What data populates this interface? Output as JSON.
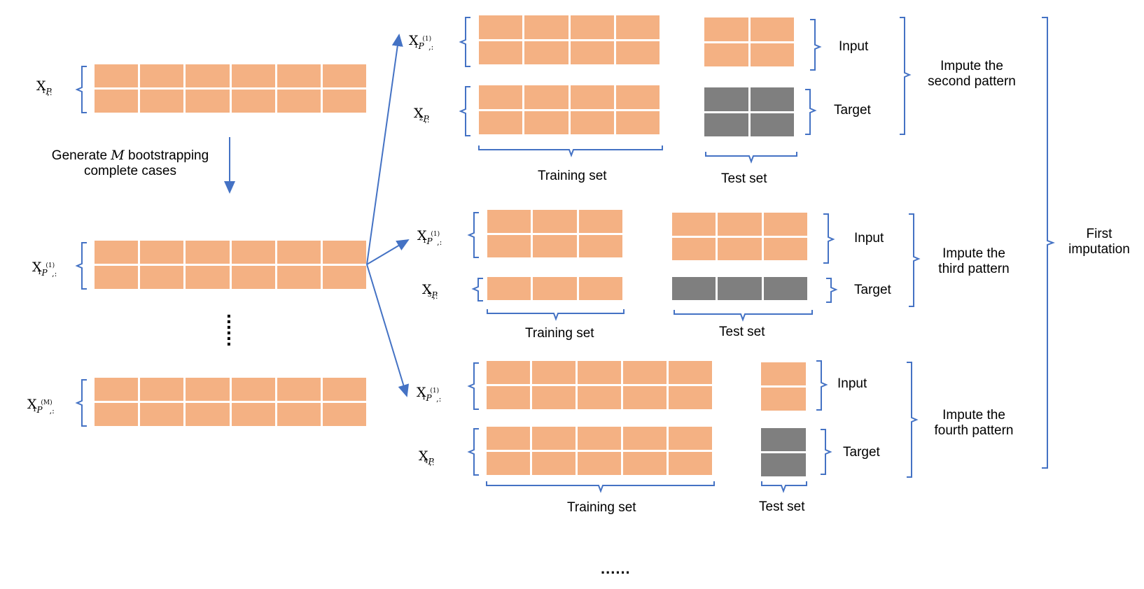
{
  "variables": {
    "p1": {
      "base": "X",
      "sub": "P",
      "subidx": "1",
      "tail": ",:"
    },
    "p1_boot1": {
      "base": "X",
      "sub": "P",
      "subidx": "1",
      "sup": "(1)",
      "tail": ",:"
    },
    "p1_bootM": {
      "base": "X",
      "sub": "P",
      "subidx": "1",
      "sup": "(M)",
      "tail": ",:"
    },
    "p2": {
      "base": "X",
      "sub": "P",
      "subidx": "2",
      "tail": ",:"
    },
    "p3": {
      "base": "X",
      "sub": "P",
      "subidx": "3",
      "tail": ",:"
    },
    "p4": {
      "base": "X",
      "sub": "P",
      "subidx": "4",
      "tail": ",:"
    }
  },
  "left": {
    "generate_line1_prefix": "Generate ",
    "generate_M": "M",
    "generate_line1_suffix": " bootstrapping",
    "generate_line2": "complete cases",
    "vertical_dots": "⋮",
    "bottom_dots": "......"
  },
  "groups": [
    {
      "input": "Input",
      "target": "Target",
      "training": "Training set",
      "test": "Test set",
      "impute_line1": "Impute the",
      "impute_line2": "second pattern"
    },
    {
      "input": "Input",
      "target": "Target",
      "training": "Training set",
      "test": "Test set",
      "impute_line1": "Impute the",
      "impute_line2": "third pattern"
    },
    {
      "input": "Input",
      "target": "Target",
      "training": "Training set",
      "test": "Test set",
      "impute_line1": "Impute the",
      "impute_line2": "fourth pattern"
    }
  ],
  "first_imputation": {
    "line1": "First",
    "line2": "imputation"
  },
  "colors": {
    "observed": "#f4b183",
    "missing": "#7f7f7f",
    "line": "#4472c4"
  }
}
